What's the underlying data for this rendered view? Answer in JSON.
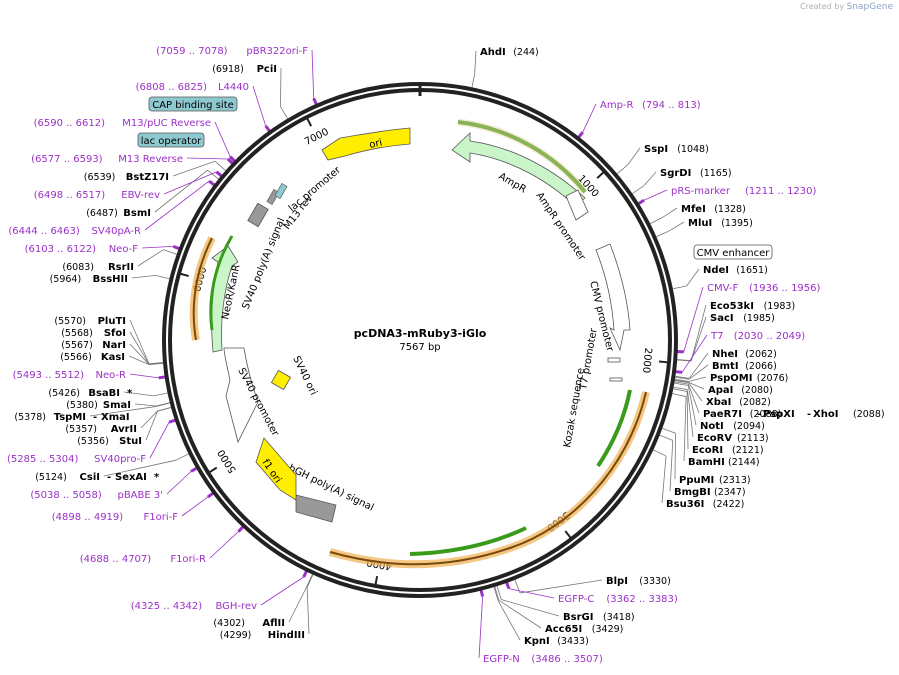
{
  "title": "pcDNA3-mRuby3-iGlo",
  "length_label": "7567 bp",
  "credit": {
    "prefix": "Created by",
    "brand": "SnapGene"
  },
  "ticks": [
    "1000",
    "2000",
    "3000",
    "4000",
    "5000",
    "6000",
    "7000"
  ],
  "colors": {
    "primer": "#9b30c8",
    "backbone": "#222222",
    "ampr": "#c9f5c9",
    "ori": "#ffee00",
    "neo": "#f0b050",
    "cds_line": "#3a9a1a",
    "promoter": "#ffffff",
    "box_label": "#8ec9d0"
  },
  "enzymes": [
    {
      "name": "AhdI",
      "pos": "(244)"
    },
    {
      "name": "SspI",
      "pos": "(1048)"
    },
    {
      "name": "SgrDI",
      "pos": "(1165)"
    },
    {
      "name": "MfeI",
      "pos": "(1328)"
    },
    {
      "name": "MluI",
      "pos": "(1395)"
    },
    {
      "name": "NdeI",
      "pos": "(1651)"
    },
    {
      "name": "Eco53kI",
      "pos": "(1983)"
    },
    {
      "name": "SacI",
      "pos": "(1985)"
    },
    {
      "name": "NheI",
      "pos": "(2062)"
    },
    {
      "name": "BmtI",
      "pos": "(2066)"
    },
    {
      "name": "PspOMI",
      "pos": "(2076)"
    },
    {
      "name": "ApaI",
      "pos": "(2080)"
    },
    {
      "name": "XbaI",
      "pos": "(2082)"
    },
    {
      "name": "PaeR7I",
      "pos": "(2088)"
    },
    {
      "name": "NotI",
      "pos": "(2094)"
    },
    {
      "name": "EcoRV",
      "pos": "(2113)"
    },
    {
      "name": "EcoRI",
      "pos": "(2121)"
    },
    {
      "name": "BamHI",
      "pos": "(2144)"
    },
    {
      "name": "PpuMI",
      "pos": "(2313)"
    },
    {
      "name": "BmgBI",
      "pos": "(2347)"
    },
    {
      "name": "Bsu36I",
      "pos": "(2422)"
    },
    {
      "name": "BlpI",
      "pos": "(3330)"
    },
    {
      "name": "BsrGI",
      "pos": "(3418)"
    },
    {
      "name": "Acc65I",
      "pos": "(3429)"
    },
    {
      "name": "KpnI",
      "pos": "(3433)"
    },
    {
      "name": "AflII",
      "pos": "(4302)"
    },
    {
      "name": "HindIII",
      "pos": "(4299)"
    },
    {
      "name": "CsiI",
      "pos": "(5124)"
    },
    {
      "name": "StuI",
      "pos": "(5356)"
    },
    {
      "name": "AvrII",
      "pos": "(5357)"
    },
    {
      "name": "TspMI",
      "pos": "(5378)"
    },
    {
      "name": "SmaI",
      "pos": "(5380)"
    },
    {
      "name": "BsaBI",
      "pos": "(5426)"
    },
    {
      "name": "KasI",
      "pos": "(5566)"
    },
    {
      "name": "NarI",
      "pos": "(5567)"
    },
    {
      "name": "SfoI",
      "pos": "(5568)"
    },
    {
      "name": "PluTI",
      "pos": "(5570)"
    },
    {
      "name": "BssHII",
      "pos": "(5964)"
    },
    {
      "name": "RsrII",
      "pos": "(6083)"
    },
    {
      "name": "BsmI",
      "pos": "(6487)"
    },
    {
      "name": "BstZ17I",
      "pos": "(6539)"
    },
    {
      "name": "PciI",
      "pos": "(6918)"
    }
  ],
  "extra_enzyme_text": {
    "pspxi": "PspXI",
    "xhoi": "XhoI",
    "dash": "-",
    "sexai": "SexAI",
    "xmai": "XmaI",
    "star": "*"
  },
  "primers": [
    {
      "name": "Amp-R",
      "range": "(794 .. 813)"
    },
    {
      "name": "pRS-marker",
      "range": "(1211 .. 1230)"
    },
    {
      "name": "CMV-F",
      "range": "(1936 .. 1956)"
    },
    {
      "name": "T7",
      "range": "(2030 .. 2049)"
    },
    {
      "name": "EGFP-C",
      "range": "(3362 .. 3383)"
    },
    {
      "name": "EGFP-N",
      "range": "(3486 .. 3507)"
    },
    {
      "name": "BGH-rev",
      "range": "(4325 .. 4342)"
    },
    {
      "name": "F1ori-R",
      "range": "(4688 .. 4707)"
    },
    {
      "name": "F1ori-F",
      "range": "(4898 .. 4919)"
    },
    {
      "name": "pBABE 3'",
      "range": "(5038 .. 5058)"
    },
    {
      "name": "SV40pro-F",
      "range": "(5285 .. 5304)"
    },
    {
      "name": "Neo-R",
      "range": "(5493 .. 5512)"
    },
    {
      "name": "Neo-F",
      "range": "(6103 .. 6122)"
    },
    {
      "name": "SV40pA-R",
      "range": "(6444 .. 6463)"
    },
    {
      "name": "EBV-rev",
      "range": "(6498 .. 6517)"
    },
    {
      "name": "M13 Reverse",
      "range": "(6577 .. 6593)"
    },
    {
      "name": "M13/pUC Reverse",
      "range": "(6590 .. 6612)"
    },
    {
      "name": "L4440",
      "range": "(6808 .. 6825)"
    },
    {
      "name": "pBR322ori-F",
      "range": "(7059 .. 7078)"
    }
  ],
  "boxed_labels": [
    "CAP binding site",
    "lac operator",
    "CMV enhancer"
  ],
  "features": {
    "ampr": "AmpR",
    "ampr_promoter": "AmpR promoter",
    "ori": "ori",
    "cmv_promoter": "CMV promoter",
    "t7_promoter": "T7 promoter",
    "kozak": "Kozak sequence",
    "bgh": "bGH poly(A) signal",
    "f1ori": "f1 ori",
    "sv40_promoter": "SV40 promoter",
    "sv40_ori": "SV40 ori",
    "neo": "NeoR/KanR",
    "sv40_polya": "SV40 poly(A) signal",
    "m13rev": "M13 rev",
    "lac_promoter": "lac promoter"
  }
}
